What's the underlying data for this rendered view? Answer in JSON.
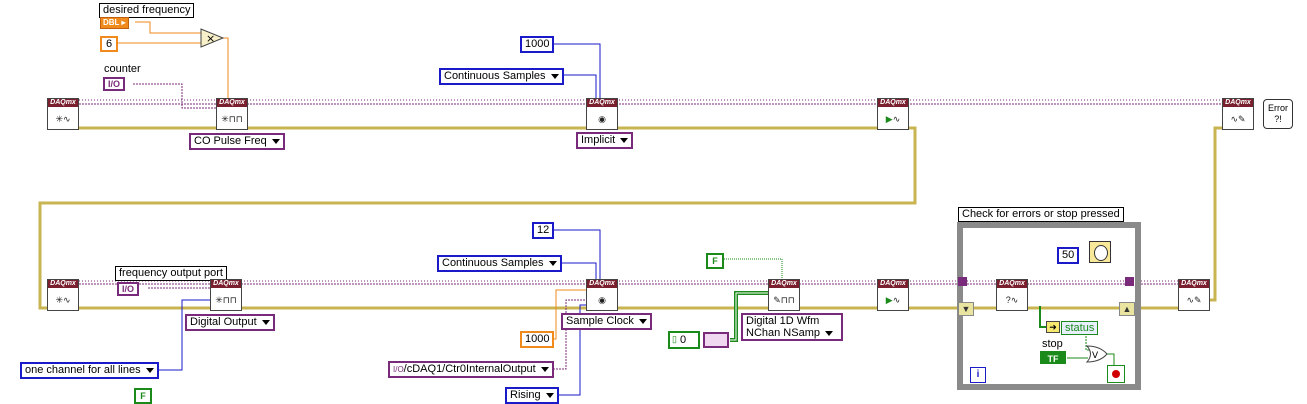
{
  "constants": {
    "desired_frequency_label": "desired frequency",
    "desired_frequency_type": "DBL",
    "multiplier_value": "6",
    "counter_label": "counter",
    "counter_io_type": "I/O",
    "samps_per_chan_top": "1000",
    "sample_mode_top": "Continuous Samples",
    "co_pulse_freq": "CO Pulse Freq",
    "timing_top": "Implicit",
    "freq_output_port_label": "frequency output port",
    "freq_output_io_type": "I/O",
    "digital_output": "Digital Output",
    "line_grouping": "one channel for all lines",
    "bool_false_1": "F",
    "samps_per_chan_bottom": "12",
    "sample_mode_bottom": "Continuous Samples",
    "rate_value": "1000",
    "sample_clock": "Sample Clock",
    "clock_source": "/cDAQ1/Ctr0InternalOutput",
    "clock_source_prefix": "I/O",
    "active_edge": "Rising",
    "bool_false_2": "F",
    "write_poly": "Digital 1D Wfm NChan NSamp",
    "zero_const": "0",
    "wait_ms": "50"
  },
  "loop": {
    "label": "Check for errors or stop pressed",
    "status_label": "status",
    "stop_label": "stop",
    "iteration_terminal": "i",
    "stop_type": "TF"
  },
  "icons": {
    "vi_header": "DAQmx",
    "error_handler": "Error ?!"
  },
  "colors": {
    "error_wire": "#c8b450",
    "task_wire": "#7a2a7a",
    "int_wire": "#1a1ac8",
    "dbl_wire": "#f08a1c",
    "bool_wire": "#1a8a1a",
    "vi_header": "#7a1f2e"
  }
}
